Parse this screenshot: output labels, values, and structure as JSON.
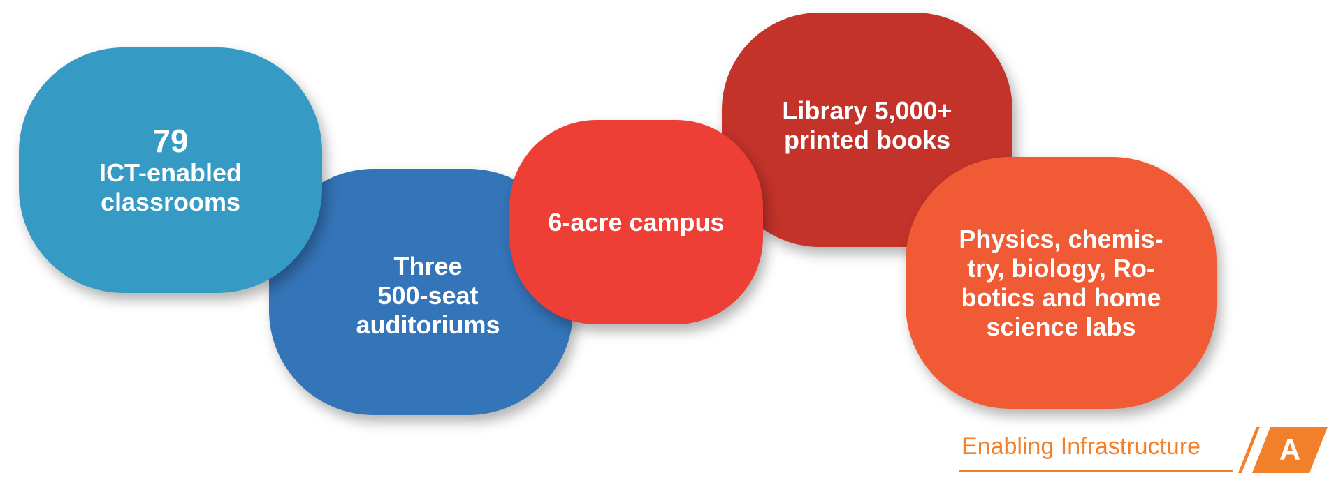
{
  "infographic": {
    "items": [
      {
        "lines": [
          "79",
          "ICT-enabled",
          "classrooms"
        ],
        "color": "#359ac4"
      },
      {
        "lines": [
          "Three",
          "500-seat",
          "auditoriums"
        ],
        "color": "#3474b8"
      },
      {
        "lines": [
          "6-acre campus"
        ],
        "color": "#ee3f36"
      },
      {
        "lines": [
          "Library 5,000+",
          "printed books"
        ],
        "color": "#c4332a"
      },
      {
        "lines": [
          "Physics, chemis-",
          "try, biology, Ro-",
          "botics and home",
          "science labs"
        ],
        "color": "#f05b36"
      }
    ]
  },
  "section": {
    "title": "Enabling Infrastructure",
    "letter": "A",
    "accent_color": "#f2802b"
  }
}
